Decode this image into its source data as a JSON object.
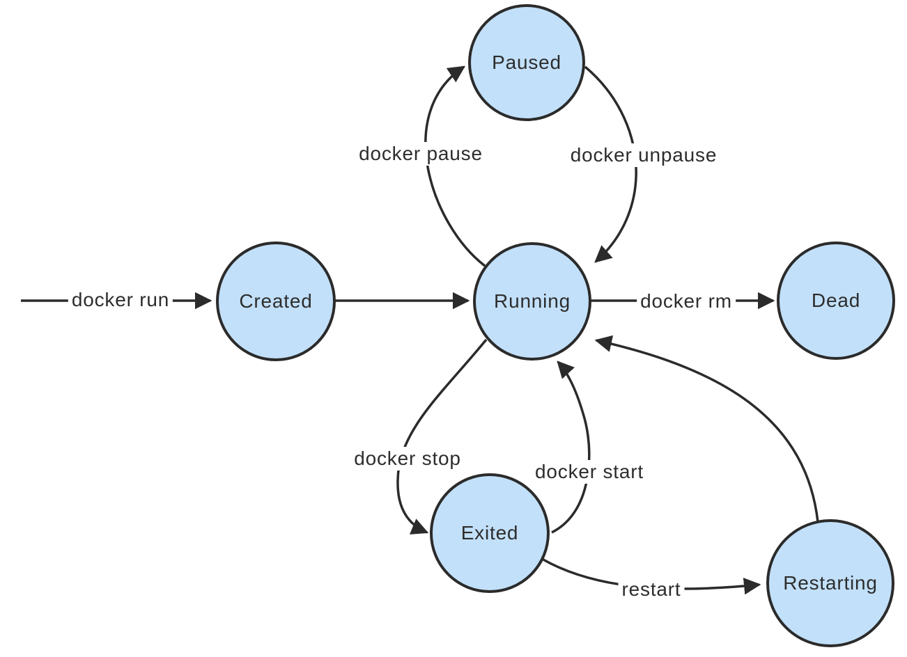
{
  "diagram": {
    "type": "state-diagram",
    "nodes": [
      {
        "id": "paused",
        "label": "Paused"
      },
      {
        "id": "created",
        "label": "Created"
      },
      {
        "id": "running",
        "label": "Running"
      },
      {
        "id": "dead",
        "label": "Dead"
      },
      {
        "id": "exited",
        "label": "Exited"
      },
      {
        "id": "restarting",
        "label": "Restarting"
      }
    ],
    "edges": [
      {
        "from": "start",
        "to": "created",
        "label": "docker run"
      },
      {
        "from": "created",
        "to": "running",
        "label": ""
      },
      {
        "from": "running",
        "to": "paused",
        "label": "docker pause"
      },
      {
        "from": "paused",
        "to": "running",
        "label": "docker unpause"
      },
      {
        "from": "running",
        "to": "dead",
        "label": "docker rm"
      },
      {
        "from": "running",
        "to": "exited",
        "label": "docker stop"
      },
      {
        "from": "exited",
        "to": "running",
        "label": "docker start"
      },
      {
        "from": "exited",
        "to": "restarting",
        "label": "restart"
      },
      {
        "from": "restarting",
        "to": "running",
        "label": ""
      }
    ],
    "colors": {
      "node_fill": "#c2e0f9",
      "node_stroke": "#2b2b2b",
      "edge_stroke": "#2b2b2b",
      "text": "#2d2d2d",
      "background": "#ffffff"
    }
  }
}
